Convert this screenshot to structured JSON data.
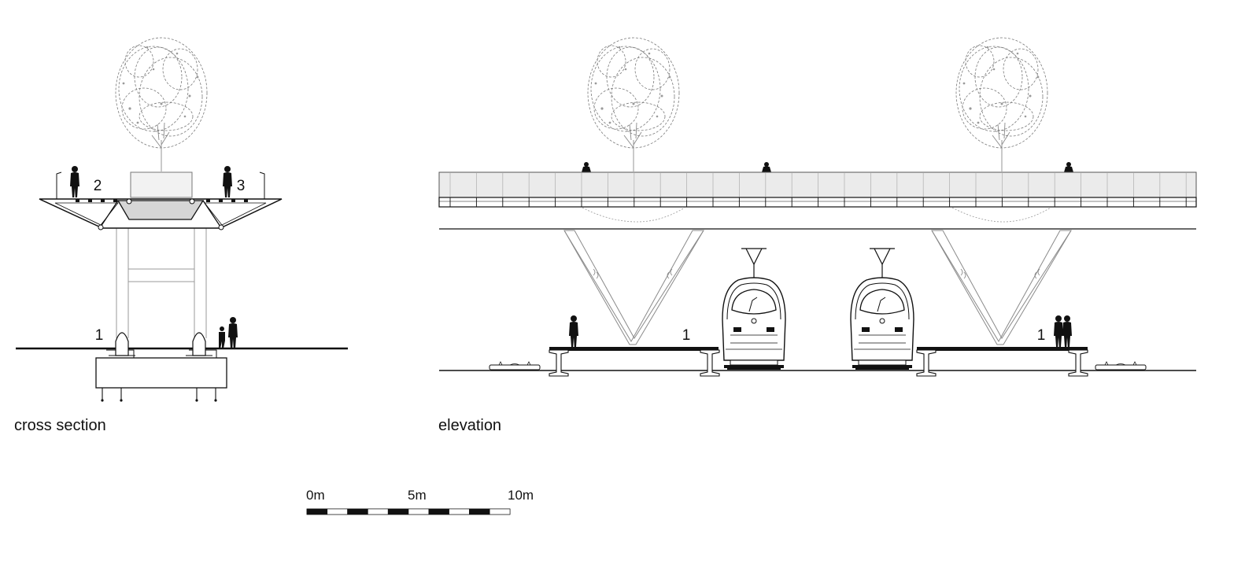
{
  "captions": {
    "cross_section": "cross section",
    "elevation": "elevation"
  },
  "callouts": {
    "cross_ground": "1",
    "cross_left_deck": "2",
    "cross_right_deck": "3",
    "elev_left_platform": "1",
    "elev_right_platform": "1"
  },
  "scale_bar": {
    "labels": [
      "0m",
      "5m",
      "10m"
    ],
    "segments": 10,
    "colors": {
      "dark": "#111111",
      "light": "#ffffff"
    }
  },
  "colors": {
    "line": "#111111",
    "light_line": "#9a9a9a",
    "deck_fill": "#ebebeb",
    "soil_fill": "#d6d6d6",
    "figure": "#111111"
  },
  "icons": [
    "tree-icon",
    "person-icon",
    "train-front-icon",
    "rail-icon"
  ]
}
